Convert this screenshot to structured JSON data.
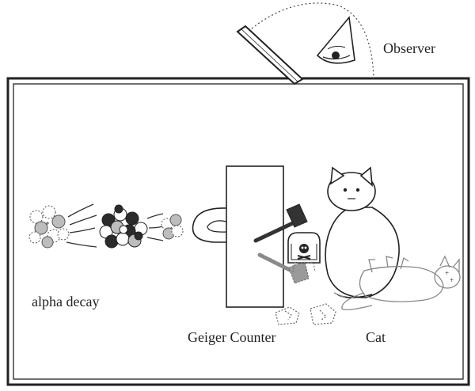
{
  "labels": {
    "observer": "Observer",
    "alpha_decay": "alpha decay",
    "geiger_counter": "Geiger Counter",
    "cat": "Cat"
  },
  "colors": {
    "ink": "#333333",
    "frame": "#222222",
    "nucleon_light": "#bdbdbd",
    "nucleon_dark": "#2b2b2b",
    "hammer_fallen": "#8a8a8a",
    "background": "#ffffff"
  },
  "icons": [
    "eye-icon",
    "skull-icon",
    "hammer-icon",
    "cat-icon",
    "nucleus-icon"
  ]
}
